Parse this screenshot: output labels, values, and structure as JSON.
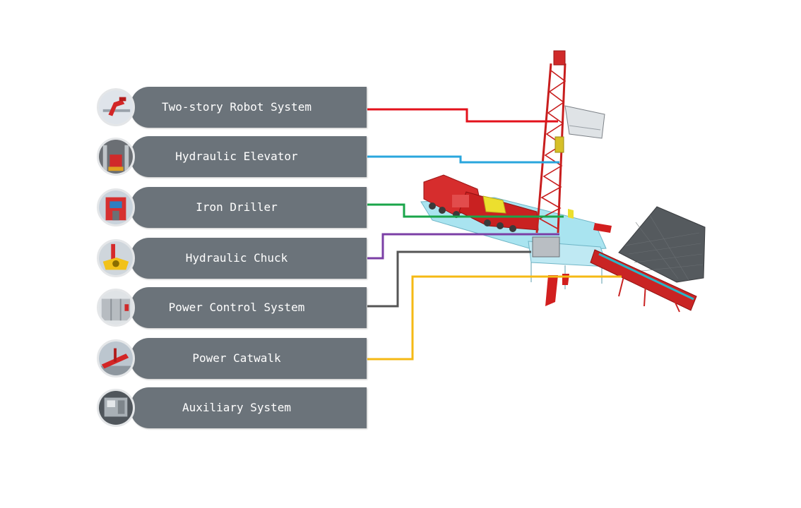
{
  "components": [
    {
      "id": "robot",
      "label": "Two-story Robot System",
      "color": "#e3121b",
      "photo": "red-robot-arm"
    },
    {
      "id": "elevator",
      "label": "Hydraulic Elevator",
      "color": "#29a6dd",
      "photo": "rig-floor-elevator"
    },
    {
      "id": "iron-driller",
      "label": "Iron Driller",
      "color": "#1aa54a",
      "photo": "iron-roughneck"
    },
    {
      "id": "chuck",
      "label": "Hydraulic Chuck",
      "color": "#7b3fa6",
      "photo": "yellow-chuck"
    },
    {
      "id": "power-control",
      "label": "Power Control System",
      "color": "#555555",
      "photo": "control-cabinet"
    },
    {
      "id": "catwalk",
      "label": "Power Catwalk",
      "color": "#f5b914",
      "photo": "red-catwalk"
    },
    {
      "id": "auxiliary",
      "label": "Auxiliary System",
      "color": "",
      "photo": "auxiliary-panel"
    }
  ]
}
